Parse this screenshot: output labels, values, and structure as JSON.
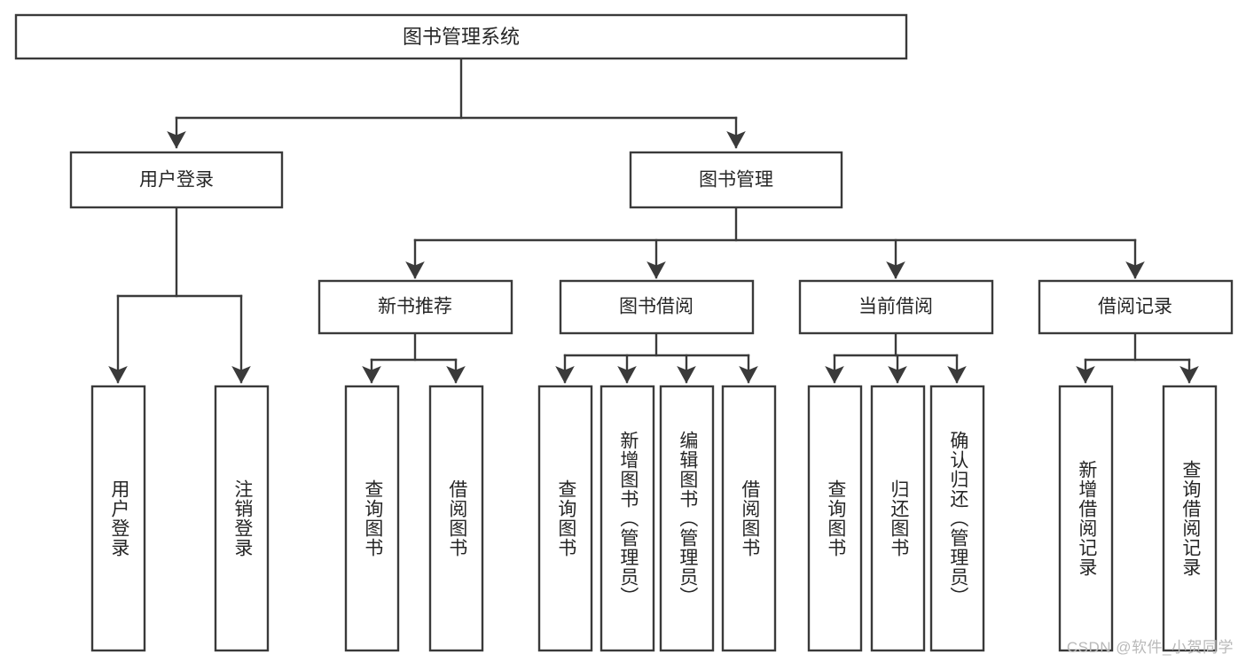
{
  "diagram": {
    "type": "tree",
    "title": "图书管理系统",
    "watermark": "CSDN @软件_小贺同学",
    "colors": {
      "box_stroke": "#3a3a3a",
      "box_fill": "#ffffff",
      "text": "#262626",
      "background": "#ffffff",
      "watermark": "#b9b9b9"
    },
    "root": {
      "id": "root",
      "label": "图书管理系统",
      "level": 0
    },
    "level1": [
      {
        "id": "user-login",
        "label": "用户登录",
        "level": 1
      },
      {
        "id": "book-manage",
        "label": "图书管理",
        "level": 1
      }
    ],
    "level2": [
      {
        "id": "new-book-recommend",
        "label": "新书推荐",
        "level": 2,
        "parent": "book-manage"
      },
      {
        "id": "book-borrow",
        "label": "图书借阅",
        "level": 2,
        "parent": "book-manage"
      },
      {
        "id": "current-borrow",
        "label": "当前借阅",
        "level": 2,
        "parent": "book-manage"
      },
      {
        "id": "borrow-record",
        "label": "借阅记录",
        "level": 2,
        "parent": "book-manage"
      }
    ],
    "leaves": [
      {
        "id": "leaf-user-login",
        "label": "用户登录",
        "parent": "user-login"
      },
      {
        "id": "leaf-user-logout",
        "label": "注销登录",
        "parent": "user-login"
      },
      {
        "id": "leaf-query-book-1",
        "label": "查询图书",
        "parent": "new-book-recommend"
      },
      {
        "id": "leaf-borrow-book-1",
        "label": "借阅图书",
        "parent": "new-book-recommend"
      },
      {
        "id": "leaf-query-book-2",
        "label": "查询图书",
        "parent": "book-borrow"
      },
      {
        "id": "leaf-add-book",
        "label": "新增图书（管理员）",
        "parent": "book-borrow"
      },
      {
        "id": "leaf-edit-book",
        "label": "编辑图书（管理员）",
        "parent": "book-borrow"
      },
      {
        "id": "leaf-borrow-book-2",
        "label": "借阅图书",
        "parent": "book-borrow"
      },
      {
        "id": "leaf-query-book-3",
        "label": "查询图书",
        "parent": "current-borrow"
      },
      {
        "id": "leaf-return-book",
        "label": "归还图书",
        "parent": "current-borrow"
      },
      {
        "id": "leaf-confirm-return",
        "label": "确认归还（管理员）",
        "parent": "current-borrow"
      },
      {
        "id": "leaf-add-record",
        "label": "新增借阅记录",
        "parent": "borrow-record"
      },
      {
        "id": "leaf-query-record",
        "label": "查询借阅记录",
        "parent": "borrow-record"
      }
    ]
  }
}
